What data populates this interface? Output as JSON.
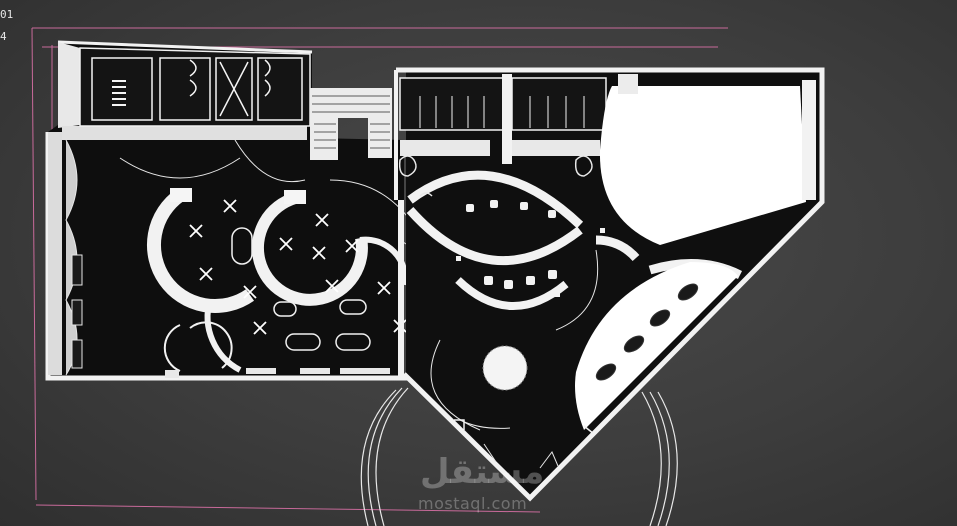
{
  "viewport": {
    "corner_label_top": "01",
    "corner_label_bottom": "4"
  },
  "watermark": {
    "arabic": "مستقل",
    "latin": "mostaql.com"
  },
  "colors": {
    "background": "#3d3d3d",
    "walls": "#ffffff",
    "floor": "#111111",
    "guides": "#c86a9a"
  },
  "icons": {
    "stair": "stair-icon",
    "door": "door-swing-icon",
    "light": "ceiling-light-cross-icon",
    "tree": "tree-icon",
    "seat": "lounge-chair-icon"
  }
}
